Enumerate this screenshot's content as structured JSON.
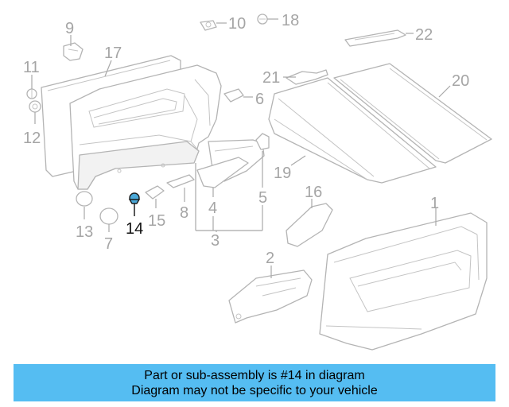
{
  "diagram": {
    "highlight_color": "#4aa8d8",
    "line_color": "#b4b4b4",
    "callouts": {
      "c1": "1",
      "c2": "2",
      "c3": "3",
      "c4": "4",
      "c5": "5",
      "c6": "6",
      "c7": "7",
      "c8": "8",
      "c9": "9",
      "c10": "10",
      "c11": "11",
      "c12": "12",
      "c13": "13",
      "c14": "14",
      "c15": "15",
      "c16": "16",
      "c17": "17",
      "c18": "18",
      "c19": "19",
      "c20": "20",
      "c21": "21",
      "c22": "22"
    },
    "highlighted_part": "14"
  },
  "banner": {
    "background": "#55bdf2",
    "line1": "Part or sub-assembly is #14 in diagram",
    "line2": "Diagram may not be specific to your vehicle"
  }
}
